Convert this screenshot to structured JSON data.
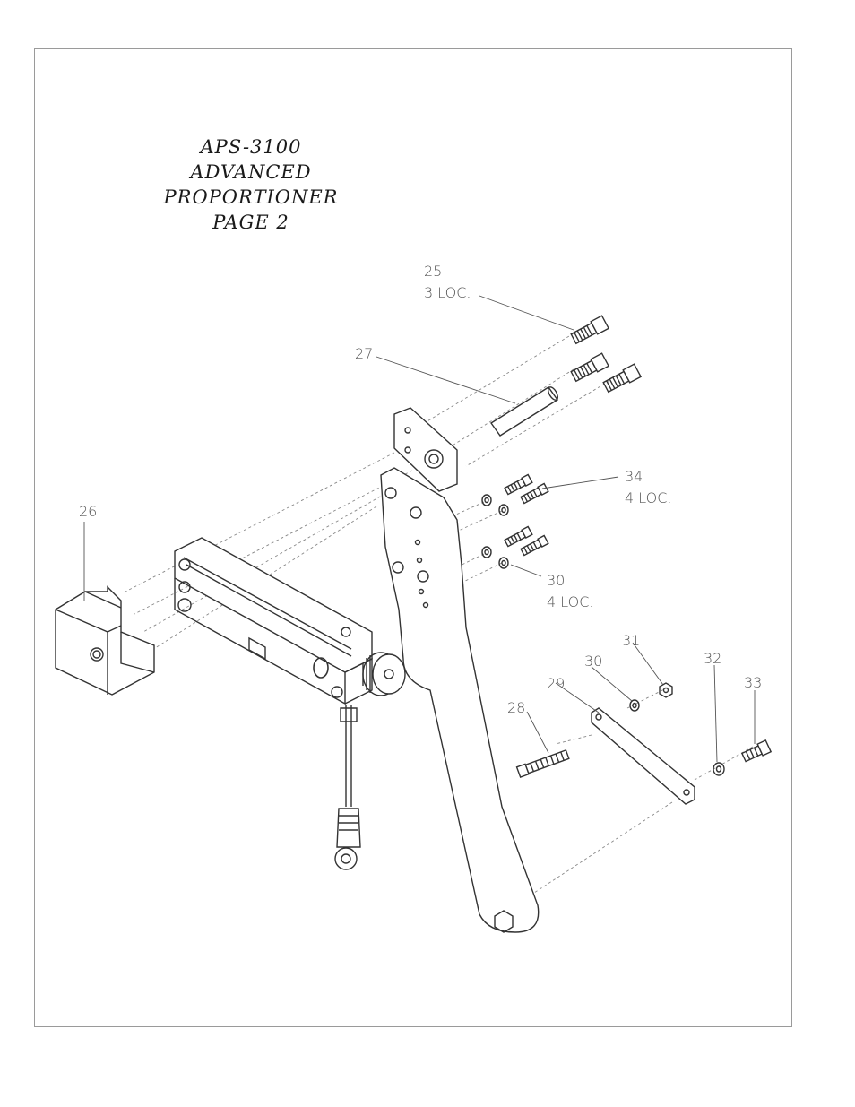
{
  "title": {
    "line1": "APS-3100",
    "line2": "ADVANCED PROPORTIONER",
    "line3": "PAGE 2"
  },
  "callouts": {
    "c25": {
      "num": "25",
      "note": "3 LOC."
    },
    "c26": {
      "num": "26"
    },
    "c27": {
      "num": "27"
    },
    "c28": {
      "num": "28"
    },
    "c29": {
      "num": "29"
    },
    "c30a": {
      "num": "30",
      "note": "4 LOC."
    },
    "c30b": {
      "num": "30"
    },
    "c31": {
      "num": "31"
    },
    "c32": {
      "num": "32"
    },
    "c33": {
      "num": "33"
    },
    "c34": {
      "num": "34",
      "note": "4 LOC."
    }
  }
}
